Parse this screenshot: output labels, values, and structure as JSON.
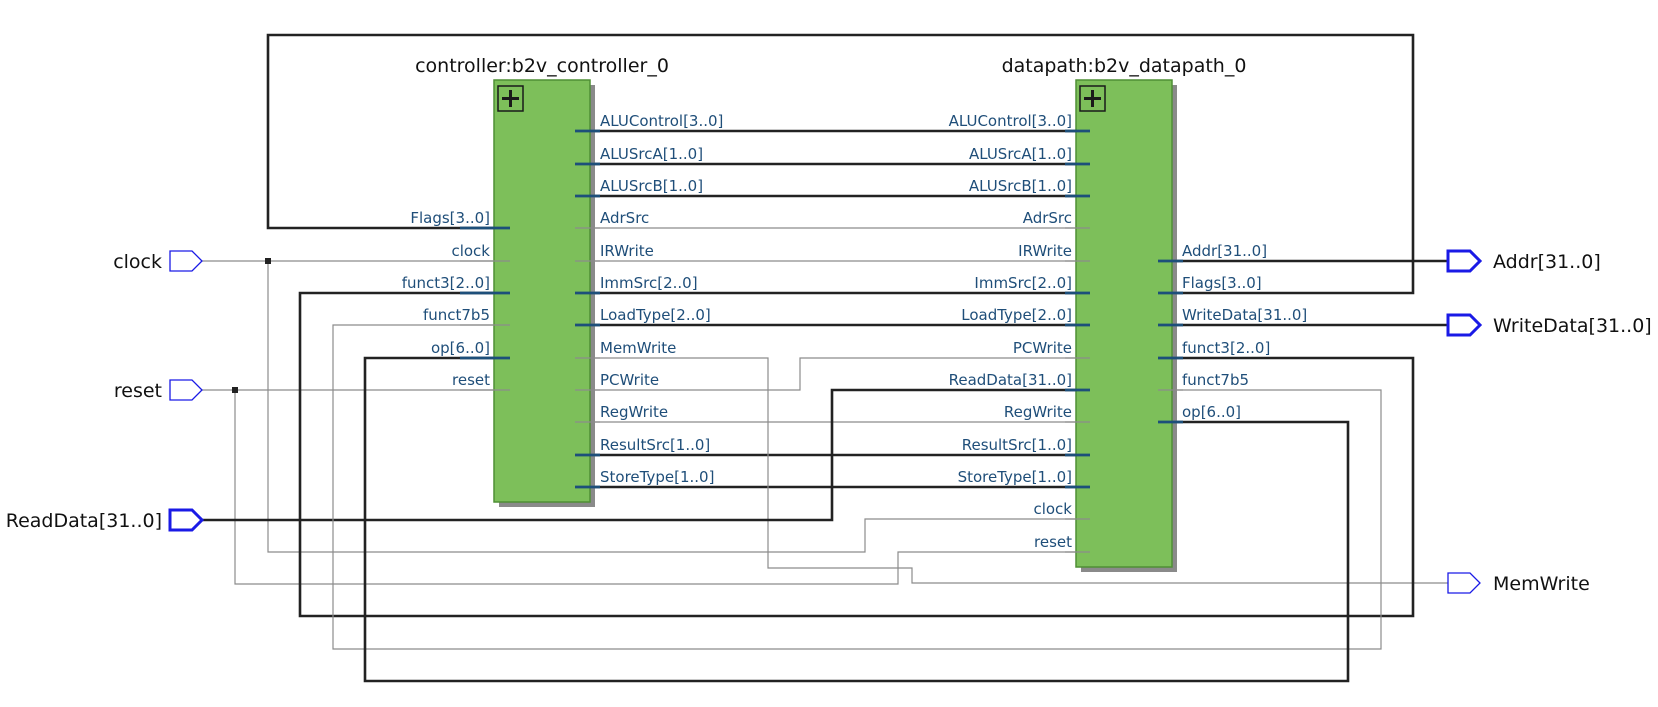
{
  "colors": {
    "block_fill": "#7dbf5a",
    "block_border": "#4f8f35",
    "port_text": "#1f4e79",
    "io_pin": "#1a1ae6"
  },
  "controller": {
    "title": "controller:b2v_controller_0",
    "inputs": [
      "Flags[3..0]",
      "clock",
      "funct3[2..0]",
      "funct7b5",
      "op[6..0]",
      "reset"
    ],
    "outputs": [
      "ALUControl[3..0]",
      "ALUSrcA[1..0]",
      "ALUSrcB[1..0]",
      "AdrSrc",
      "IRWrite",
      "ImmSrc[2..0]",
      "LoadType[2..0]",
      "MemWrite",
      "PCWrite",
      "RegWrite",
      "ResultSrc[1..0]",
      "StoreType[1..0]"
    ]
  },
  "datapath": {
    "title": "datapath:b2v_datapath_0",
    "inputs": [
      "ALUControl[3..0]",
      "ALUSrcA[1..0]",
      "ALUSrcB[1..0]",
      "AdrSrc",
      "IRWrite",
      "ImmSrc[2..0]",
      "LoadType[2..0]",
      "PCWrite",
      "ReadData[31..0]",
      "RegWrite",
      "ResultSrc[1..0]",
      "StoreType[1..0]",
      "clock",
      "reset"
    ],
    "outputs": [
      "Addr[31..0]",
      "Flags[3..0]",
      "WriteData[31..0]",
      "funct3[2..0]",
      "funct7b5",
      "op[6..0]"
    ]
  },
  "io": {
    "inputs": [
      "clock",
      "reset",
      "ReadData[31..0]"
    ],
    "outputs": [
      "Addr[31..0]",
      "WriteData[31..0]",
      "MemWrite"
    ]
  }
}
